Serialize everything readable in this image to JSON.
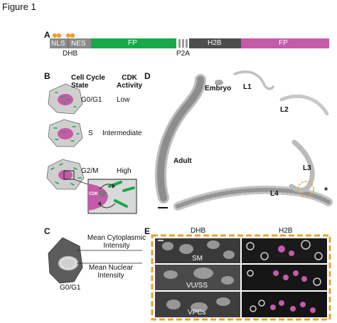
{
  "figure_title": "Figure 1",
  "panels": {
    "a": {
      "letter": "A",
      "segments": {
        "nls": "NLS",
        "nes": "NES",
        "fp1": "FP",
        "h2b": "H2B",
        "fp2": "FP"
      },
      "below_labels": {
        "dhb": "DHB",
        "p2a": "P2A"
      },
      "colors": {
        "dhb": "#8a8a8a",
        "fp1": "#19a84a",
        "h2b": "#4d4d4d",
        "fp2": "#c45aa8",
        "dots": "#f0a030"
      }
    },
    "b": {
      "letter": "B",
      "col_header_state": "Cell Cycle\nState",
      "col_header_activity": "CDK\nActivity",
      "rows": [
        {
          "state": "G0/G1",
          "activity": "Low"
        },
        {
          "state": "S",
          "activity": "Intermediate"
        },
        {
          "state": "G2/M",
          "activity": "High"
        }
      ],
      "cdk_label": "CDK"
    },
    "c": {
      "letter": "C",
      "label_cyto": "Mean Cytoplasmic\nIntensity",
      "label_nuc": "Mean Nuclear\nIntensity",
      "state": "G0/G1"
    },
    "d": {
      "letter": "D",
      "stages": {
        "embryo": "Embryo",
        "l1": "L1",
        "l2": "L2",
        "l3": "L3",
        "l4": "L4",
        "adult": "Adult"
      },
      "asterisk": "*"
    },
    "e": {
      "letter": "E",
      "col_headers": {
        "dhb": "DHB",
        "h2b": "H2B"
      },
      "rows": [
        "SM",
        "VU/SS",
        "VPCs"
      ],
      "border_color": "#e8a030"
    }
  }
}
